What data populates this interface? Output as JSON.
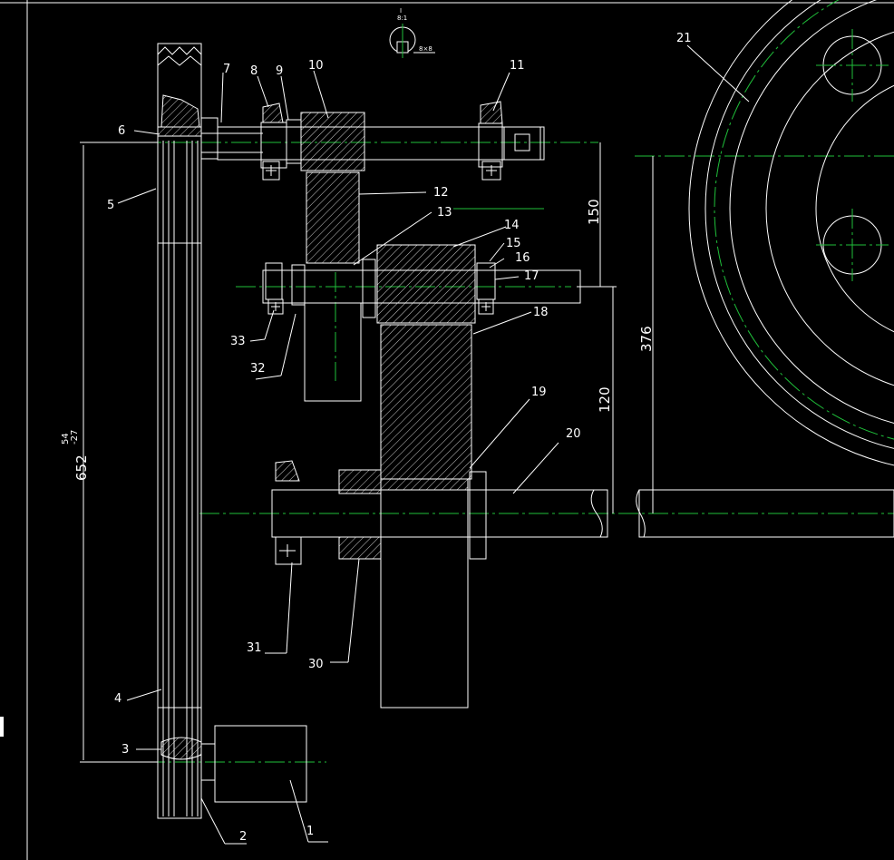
{
  "colors": {
    "background": "#000000",
    "lines": "#ffffff",
    "centerlines": "#1fbf3a"
  },
  "part_labels": {
    "p1": "1",
    "p2": "2",
    "p3": "3",
    "p4": "4",
    "p5": "5",
    "p6": "6",
    "p7": "7",
    "p8": "8",
    "p9": "9",
    "p10": "10",
    "p11": "11",
    "p12": "12",
    "p13": "13",
    "p14": "14",
    "p15": "15",
    "p16": "16",
    "p17": "17",
    "p18": "18",
    "p19": "19",
    "p20": "20",
    "p21": "21",
    "p30": "30",
    "p31": "31",
    "p32": "32",
    "p33": "33"
  },
  "dimensions": {
    "d150": "150",
    "d120": "120",
    "d376": "376",
    "d652": "652",
    "d652_tol_upper": "-27",
    "d652_tol_lower": "54"
  },
  "detail_view": {
    "marker": "I",
    "scale": "8:1",
    "keyway": "8×8"
  }
}
